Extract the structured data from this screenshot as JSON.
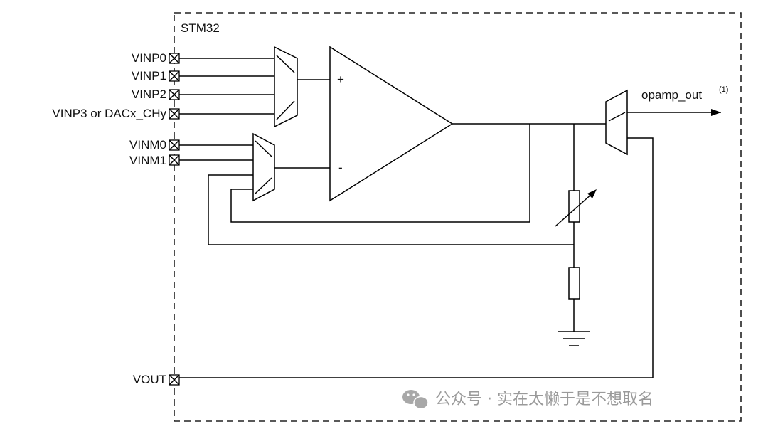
{
  "chip": {
    "name": "STM32"
  },
  "inputs": {
    "vinp0": "VINP0",
    "vinp1": "VINP1",
    "vinp2": "VINP2",
    "vinp3": "VINP3 or DACx_CHy",
    "vinm0": "VINM0",
    "vinm1": "VINM1"
  },
  "output_pin": "VOUT",
  "opamp": {
    "plus_sign": "+",
    "minus_sign": "-"
  },
  "opamp_out": {
    "label": "opamp_out",
    "note": "(1)"
  },
  "watermark": {
    "text": "公众号 · 实在太懒于是不想取名",
    "icon": "wechat-icon"
  }
}
